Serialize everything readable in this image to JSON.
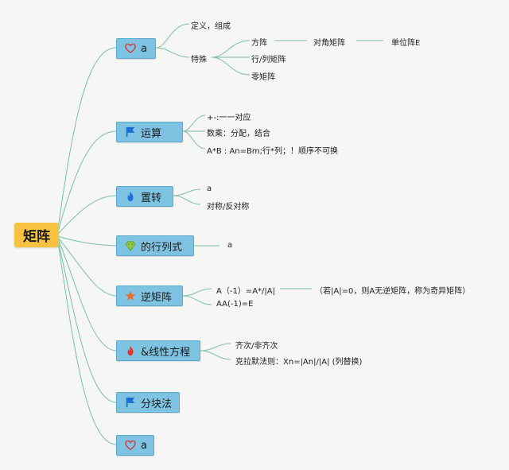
{
  "root": {
    "label": "矩阵"
  },
  "branches": [
    {
      "label": "a",
      "icon": "heart-outline-icon"
    },
    {
      "label": "运算",
      "icon": "blue-flag-icon"
    },
    {
      "label": "置转",
      "icon": "blue-flame-icon"
    },
    {
      "label": "的行列式",
      "icon": "green-gem-icon"
    },
    {
      "label": "逆矩阵",
      "icon": "orange-star-icon"
    },
    {
      "label": "&线性方程",
      "icon": "red-flame-icon"
    },
    {
      "label": "分块法",
      "icon": "blue-flag-icon"
    },
    {
      "label": "a",
      "icon": "heart-outline-icon"
    }
  ],
  "leaves": {
    "b1_definition": "定义，组成",
    "b1_special": "特殊",
    "b1_special_square": "方阵",
    "b1_diagonal": "对角矩阵",
    "b1_identity": "单位阵E",
    "b1_row_col": "行/列矩阵",
    "b1_zero": "零矩阵",
    "b2_addsub": "+-:一一对应",
    "b2_scalar": "数乘：分配，结合",
    "b2_product": "A*B : An=Bm;行*列；！顺序不可换",
    "b3_a": "a",
    "b3_symmetric": "对称/反对称",
    "b4_a": "a",
    "b5_inverse": "A（-1）=A*/|A|",
    "b5_note": "（若|A|=0，则A无逆矩阵，称为奇异矩阵）",
    "b5_identity": "AA(-1)=E",
    "b6_homog": "齐次/非齐次",
    "b6_cramer": "克拉默法则：Xn=|An|/|A| (列替换)"
  },
  "colors": {
    "root_fill": "#f7c23f",
    "node_fill": "#7fc3e3",
    "line": "#7dbfa8"
  }
}
